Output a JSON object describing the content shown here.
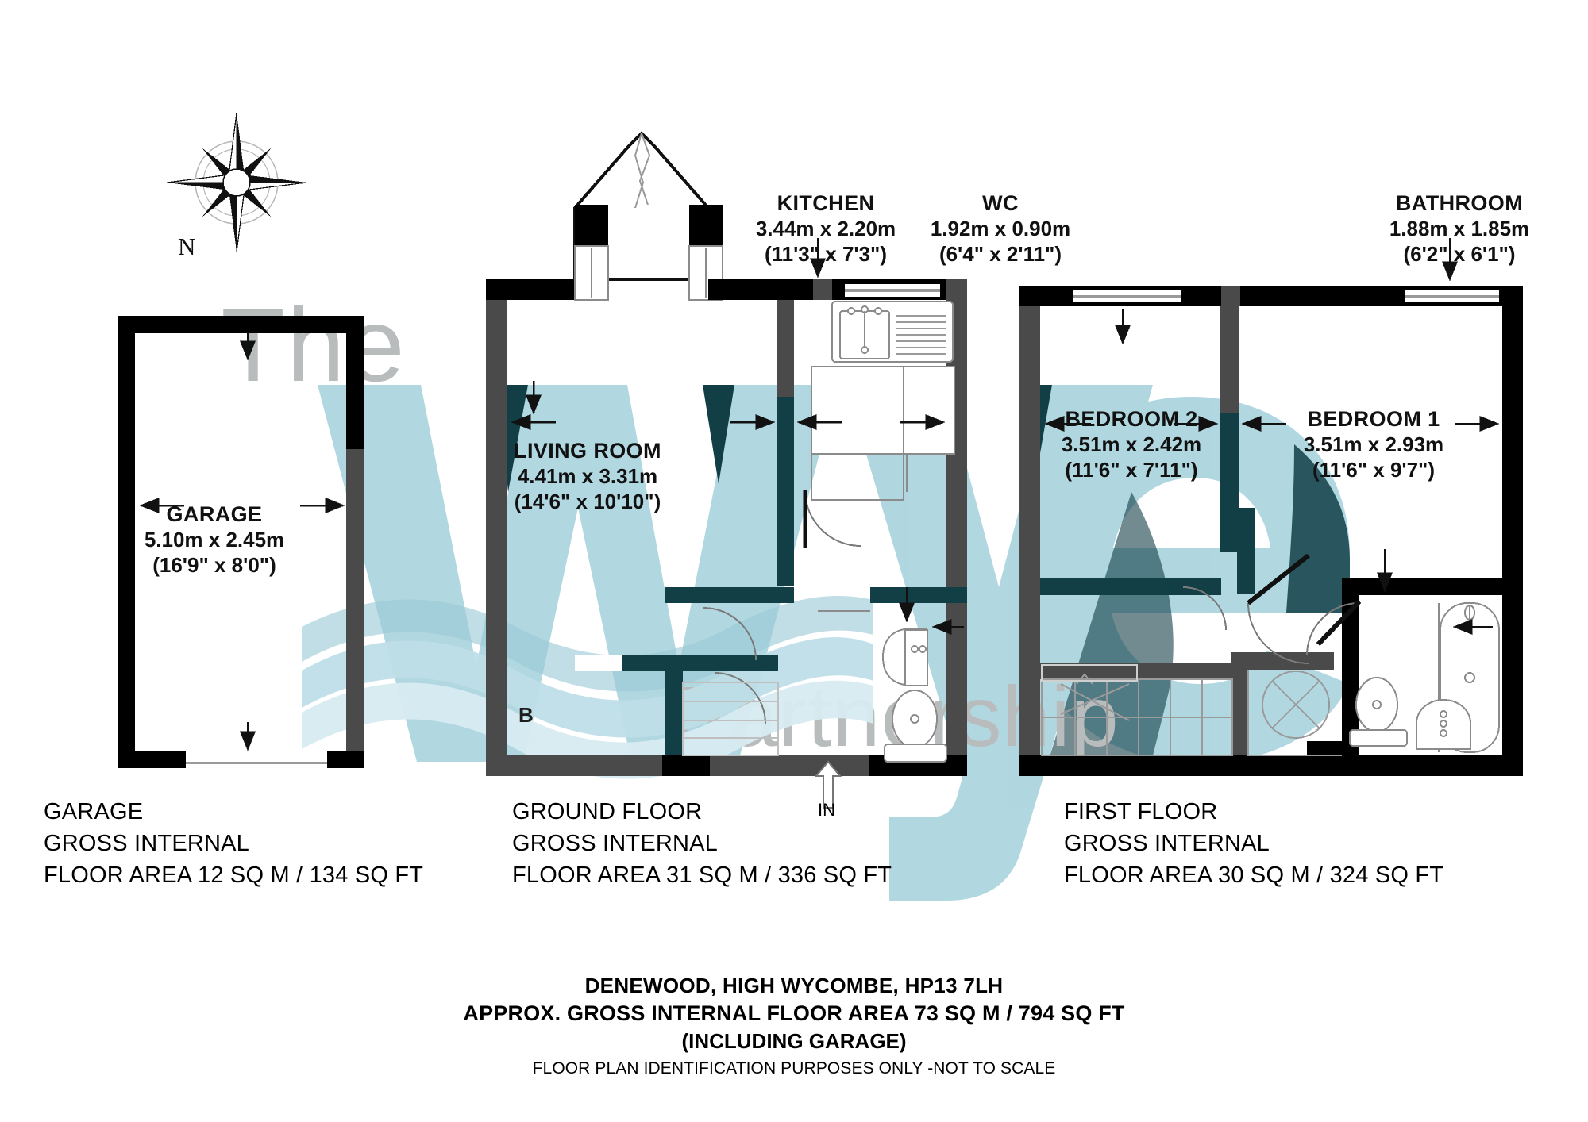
{
  "document": {
    "type": "floor-plan",
    "compass_label": "N",
    "basement_marker": "B",
    "entrance_marker": "IN"
  },
  "watermark": {
    "line1": "The",
    "line2": "Wye",
    "line3": "Partnership",
    "color_light": "#afd6e0",
    "color_dark": "#123e46",
    "color_text": "#b9bcbd"
  },
  "colors": {
    "wall_dark": "#000000",
    "wall_grey": "#4a4a4a",
    "wall_teal": "#123e46",
    "fixture_line": "#8b8b8b",
    "text": "#111111"
  },
  "rooms": [
    {
      "id": "garage",
      "name": "GARAGE",
      "metric": "5.10m x 2.45m",
      "imperial": "(16'9\" x 8'0\")"
    },
    {
      "id": "living-room",
      "name": "LIVING ROOM",
      "metric": "4.41m x 3.31m",
      "imperial": "(14'6\" x 10'10\")"
    },
    {
      "id": "kitchen",
      "name": "KITCHEN",
      "metric": "3.44m x 2.20m",
      "imperial": "(11'3\" x 7'3\")"
    },
    {
      "id": "wc",
      "name": "WC",
      "metric": "1.92m x 0.90m",
      "imperial": "(6'4\" x 2'11\")"
    },
    {
      "id": "bathroom",
      "name": "BATHROOM",
      "metric": "1.88m x 1.85m",
      "imperial": "(6'2\" x 6'1\")"
    },
    {
      "id": "bedroom-2",
      "name": "BEDROOM 2",
      "metric": "3.51m x 2.42m",
      "imperial": "(11'6\" x 7'11\")"
    },
    {
      "id": "bedroom-1",
      "name": "BEDROOM 1",
      "metric": "3.51m x 2.93m",
      "imperial": "(11'6\" x 9'7\")"
    }
  ],
  "area_blocks": [
    {
      "id": "garage-area",
      "line1": "GARAGE",
      "line2": "GROSS INTERNAL",
      "line3": "FLOOR AREA 12 SQ M / 134 SQ FT"
    },
    {
      "id": "ground-floor-area",
      "line1": "GROUND FLOOR",
      "line2": "GROSS INTERNAL",
      "line3": "FLOOR AREA 31 SQ M / 336 SQ FT"
    },
    {
      "id": "first-floor-area",
      "line1": "FIRST FLOOR",
      "line2": "GROSS INTERNAL",
      "line3": "FLOOR AREA 30 SQ M / 324 SQ FT"
    }
  ],
  "footer": {
    "address": "DENEWOOD, HIGH WYCOMBE, HP13 7LH",
    "total_area": "APPROX. GROSS INTERNAL FLOOR AREA 73 SQ M / 794 SQ FT",
    "including": "(INCLUDING GARAGE)",
    "disclaimer": "FLOOR PLAN IDENTIFICATION PURPOSES ONLY -NOT TO SCALE"
  }
}
